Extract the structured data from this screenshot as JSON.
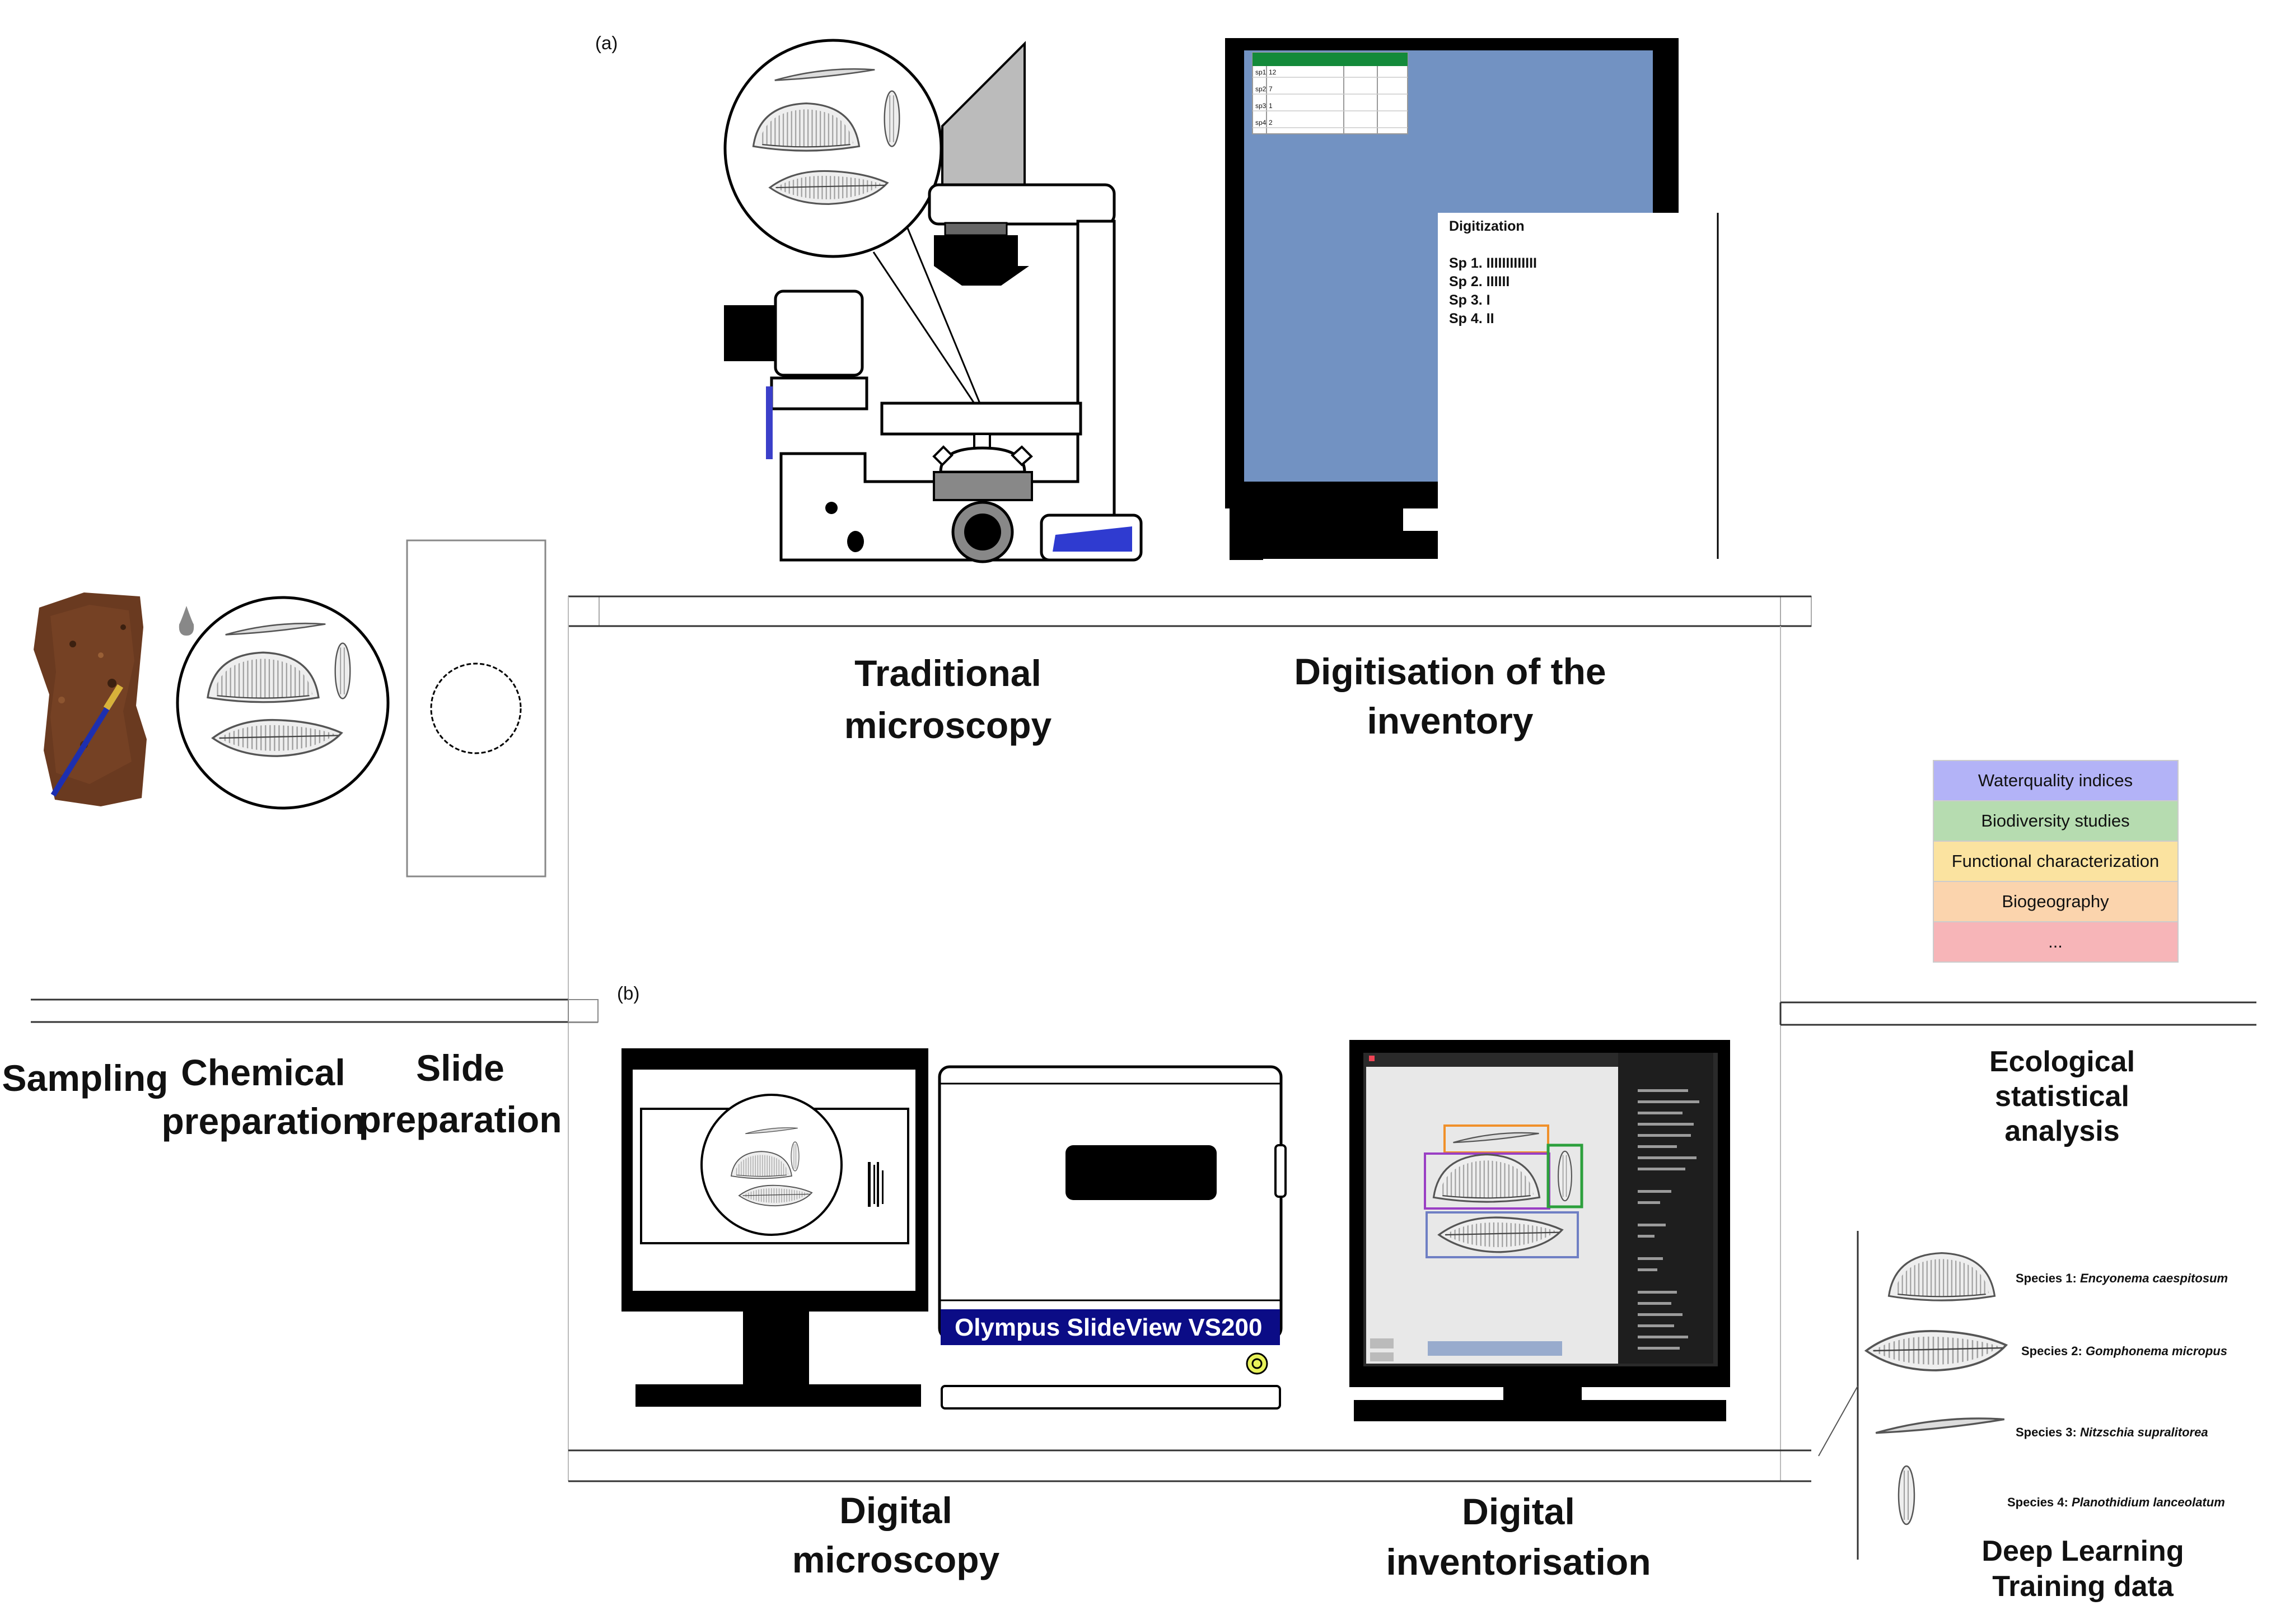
{
  "panels": {
    "a": "(a)",
    "b": "(b)"
  },
  "steps": {
    "sampling": "Sampling",
    "chemical": [
      "Chemical",
      "preparation"
    ],
    "slide": [
      "Slide",
      "preparation"
    ],
    "traditional": [
      "Traditional",
      "microscopy"
    ],
    "digitisation": [
      "Digitisation of the",
      "inventory"
    ],
    "digital_microscopy": [
      "Digital",
      "microscopy"
    ],
    "digital_inventorisation": [
      "Digital",
      "inventorisation"
    ],
    "ecological": [
      "Ecological",
      "statistical",
      "analysis"
    ],
    "deep_learning": [
      "Deep Learning",
      "Training data"
    ]
  },
  "digitization_card": {
    "title": "Digitization",
    "rows": [
      "Sp 1. IIIIIIIIIIIII",
      "Sp 2. IIIIII",
      "Sp 3. I",
      "Sp 4. II"
    ]
  },
  "sheet_rows": [
    {
      "label": "sp1",
      "value": "12"
    },
    {
      "label": "sp2",
      "value": "7"
    },
    {
      "label": "sp3",
      "value": "1"
    },
    {
      "label": "sp4",
      "value": "2"
    }
  ],
  "scanner_label": "Olympus SlideView VS200",
  "analyses": [
    {
      "label": "Waterquality indices",
      "color": "#b3b3f7"
    },
    {
      "label": "Biodiversity studies",
      "color": "#b6dcb0"
    },
    {
      "label": "Functional characterization",
      "color": "#fbe3a0"
    },
    {
      "label": "Biogeography",
      "color": "#fbd4ad"
    },
    {
      "label": "...",
      "color": "#f7b5b8"
    }
  ],
  "species": [
    {
      "prefix": "Species 1: ",
      "name": "Encyonema caespitosum"
    },
    {
      "prefix": "Species 2: ",
      "name": "Gomphonema micropus"
    },
    {
      "prefix": "Species 3: ",
      "name": "Nitzschia supralitorea"
    },
    {
      "prefix": "Species 4: ",
      "name": "Planothidium lanceolatum"
    }
  ],
  "colors": {
    "screen_blue": "#7292c2",
    "scanner_blue": "#0b0c86",
    "sheet_green": "#138a3a"
  }
}
